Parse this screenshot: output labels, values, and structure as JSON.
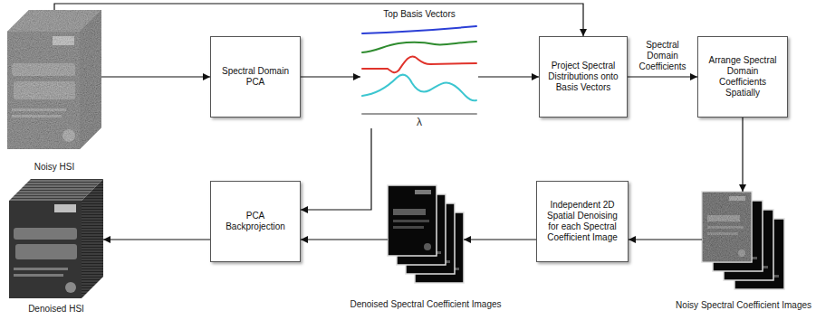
{
  "diagram": {
    "nodes": [
      {
        "text": [
          "Noisy HSI"
        ]
      },
      {
        "text": [
          "Spectral Domain PCA"
        ]
      },
      {
        "text": [
          "Top Basis Vectors",
          "λ"
        ]
      },
      {
        "text": [
          "Project Spectral Distributions onto Basis Vectors"
        ]
      },
      {
        "text": [
          "Arrange Spectral Domain Coefficients Spatially"
        ]
      },
      {
        "text": [
          "Denoised HSI"
        ]
      },
      {
        "text": [
          "PCA Backprojection"
        ]
      },
      {
        "text": [
          "Denoised Spectral Coefficient Images"
        ]
      },
      {
        "text": [
          "Independent 2D Spatial Denoising for each Spectral Coefficient Image"
        ]
      },
      {
        "text": [
          "Noisy Spectral Coefficient Images"
        ]
      }
    ],
    "edges": [
      {
        "from": 0,
        "to": 1,
        "arrow": "to"
      },
      {
        "from": 1,
        "to": 2,
        "arrow": "to"
      },
      {
        "from": 2,
        "to": 3,
        "arrow": "to"
      },
      {
        "from": 0,
        "to": 3,
        "arrow": "to"
      },
      {
        "from": 3,
        "to": 4,
        "label": "Spectral Domain Coefficients",
        "arrow": "to"
      },
      {
        "from": 4,
        "to": 9,
        "arrow": "to"
      },
      {
        "from": 9,
        "to": 8,
        "arrow": "to"
      },
      {
        "from": 8,
        "to": 7,
        "arrow": "to"
      },
      {
        "from": 7,
        "to": 6,
        "arrow": "to"
      },
      {
        "from": 2,
        "to": 6,
        "arrow": "to"
      },
      {
        "from": 6,
        "to": 5,
        "arrow": "to"
      }
    ]
  }
}
